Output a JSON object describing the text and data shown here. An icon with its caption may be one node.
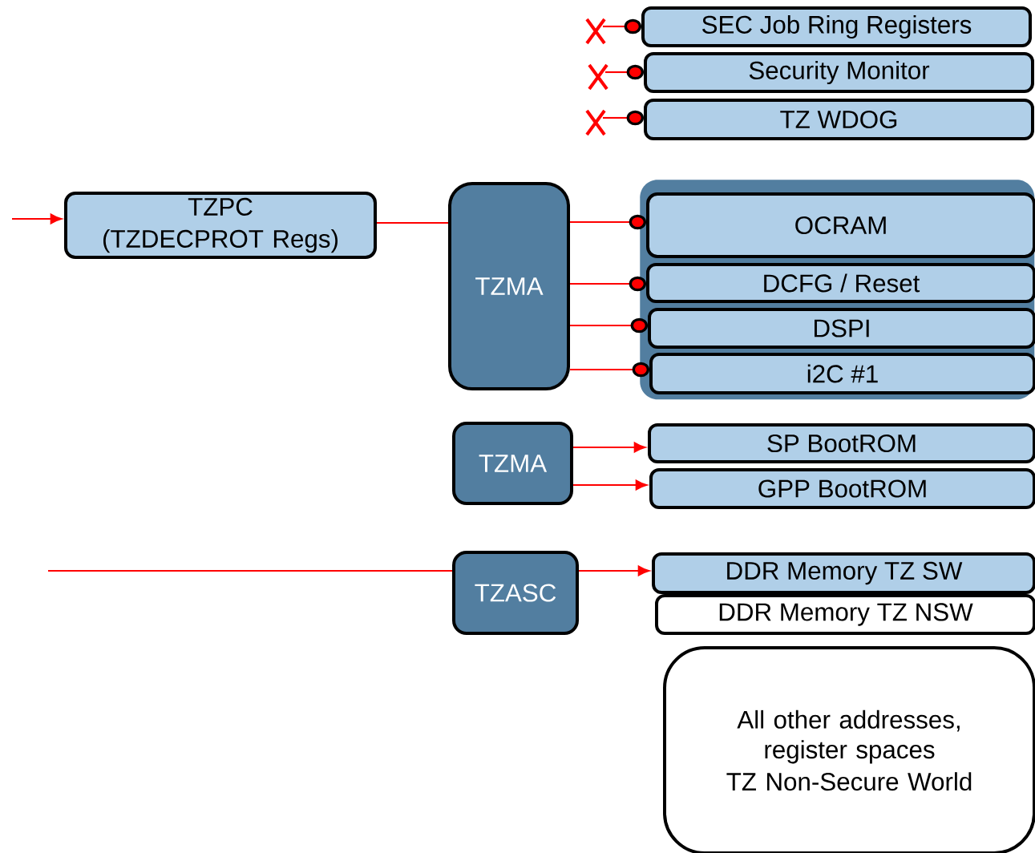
{
  "diagram": {
    "nodes": [
      {
        "text": [
          "SEC Job Ring Registers"
        ]
      },
      {
        "text": [
          "Security Monitor"
        ]
      },
      {
        "text": [
          "TZ WDOG"
        ]
      },
      {
        "text": [
          "TZPC",
          "(TZDECPROT Regs)"
        ]
      },
      {
        "text": [
          "TZMA"
        ]
      },
      {
        "text": [],
        "shape": "box"
      },
      {
        "text": [
          "OCRAM"
        ],
        "in": 5
      },
      {
        "text": [
          "DCFG / Reset"
        ],
        "in": 5
      },
      {
        "text": [
          "DSPI"
        ],
        "in": 5
      },
      {
        "text": [
          "i2C #1"
        ],
        "in": 5
      },
      {
        "text": [
          "TZMA"
        ]
      },
      {
        "text": [
          "SP BootROM"
        ]
      },
      {
        "text": [
          "GPP BootROM"
        ]
      },
      {
        "text": [
          "TZASC"
        ]
      },
      {
        "text": [
          "DDR Memory TZ SW"
        ]
      },
      {
        "text": [
          "DDR Memory TZ NSW"
        ]
      },
      {
        "text": [
          "All other addresses, register spaces",
          "TZ Non-Secure World"
        ]
      }
    ],
    "edges": [
      {
        "from": null,
        "to": 0,
        "arrow": "other"
      },
      {
        "from": null,
        "to": 1,
        "arrow": "other"
      },
      {
        "from": null,
        "to": 2,
        "arrow": "other"
      },
      {
        "from": null,
        "to": 3,
        "arrow": "to"
      },
      {
        "from": 3,
        "to": 4,
        "arrow": "none"
      },
      {
        "from": 4,
        "to": 6,
        "arrow": "other"
      },
      {
        "from": 4,
        "to": 7,
        "arrow": "other"
      },
      {
        "from": 4,
        "to": 8,
        "arrow": "other"
      },
      {
        "from": 4,
        "to": 9,
        "arrow": "other"
      },
      {
        "from": 10,
        "to": 11,
        "arrow": "to"
      },
      {
        "from": 10,
        "to": 12,
        "arrow": "to"
      },
      {
        "from": null,
        "to": 13,
        "arrow": "none"
      },
      {
        "from": 13,
        "to": 14,
        "arrow": "to"
      }
    ]
  }
}
